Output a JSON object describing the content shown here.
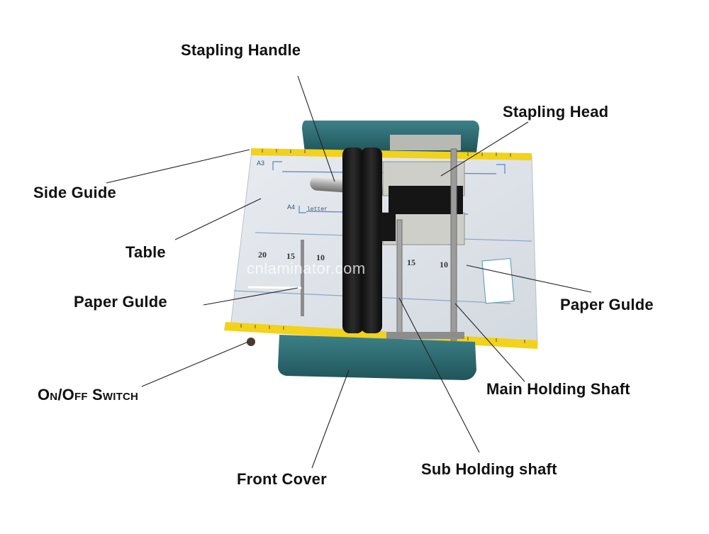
{
  "labels": {
    "stapling_handle": "Stapling Handle",
    "stapling_head": "Stapling Head",
    "side_guide": "Side Guide",
    "table": "Table",
    "paper_guide_left": "Paper Gulde",
    "paper_guide_right": "Paper Gulde",
    "main_holding_shaft": "Main Holding Shaft",
    "on_off_switch": "On/Off Switch",
    "sub_holding_shaft": "Sub Holding shaft",
    "front_cover": "Front Cover"
  },
  "machine_marks": {
    "size_a3": "A3",
    "size_a4": "A4",
    "letter": "letter",
    "scale_20": "20",
    "scale_15_left": "15",
    "scale_10_left": "10",
    "scale_15_right": "15",
    "scale_10_right": "10"
  },
  "watermark": "cnlaminator.com",
  "colors": {
    "cover": "#2e6b70",
    "table": "#dfe4ea",
    "ruler": "#f2d21a",
    "roller": "#1a1a1a",
    "head": "#c9c9c4"
  }
}
